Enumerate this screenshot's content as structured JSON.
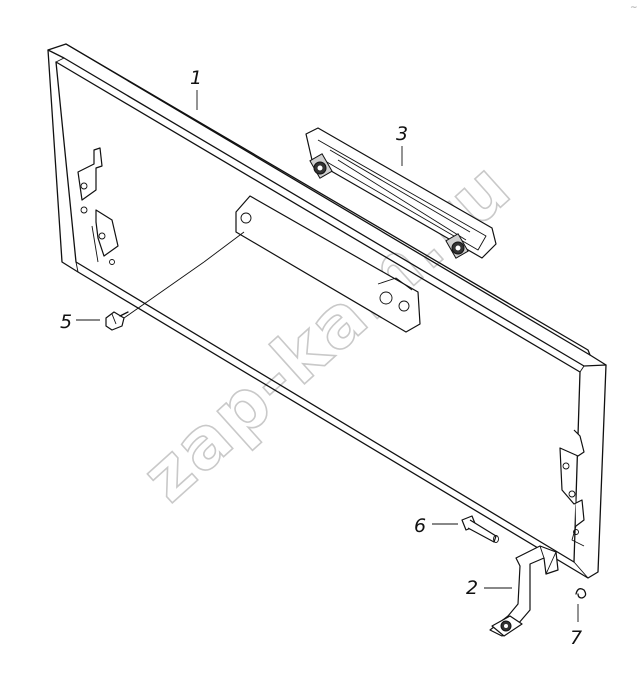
{
  "callouts": [
    {
      "id": "1",
      "label": "1"
    },
    {
      "id": "2",
      "label": "2"
    },
    {
      "id": "3",
      "label": "3"
    },
    {
      "id": "5",
      "label": "5"
    },
    {
      "id": "6",
      "label": "6"
    },
    {
      "id": "7",
      "label": "7"
    }
  ],
  "watermark": "zap-kam.ru",
  "corner_mark": "~"
}
